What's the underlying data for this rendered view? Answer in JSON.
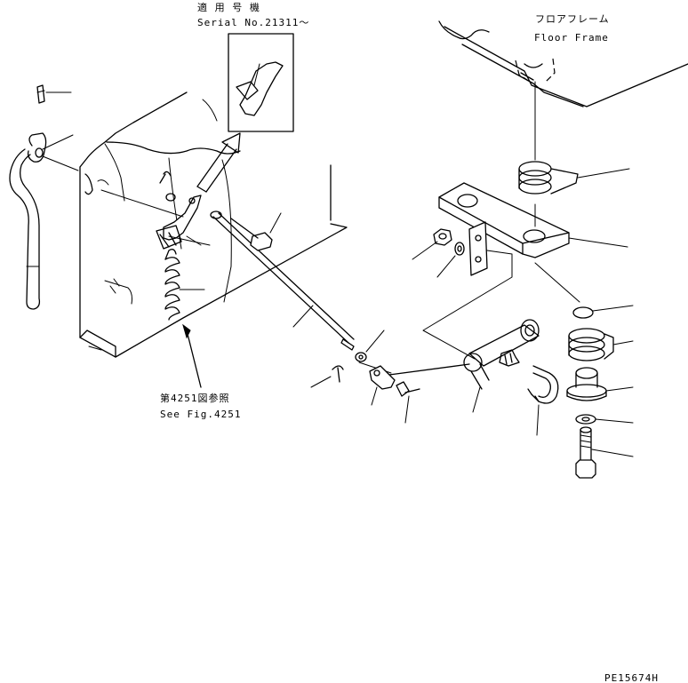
{
  "notes": {
    "serial_jp": "適 用 号 機",
    "serial_en": "Serial No.21311～",
    "floor_jp": "フロアフレーム",
    "floor_en": "Floor Frame",
    "see_fig_jp": "第4251図参照",
    "see_fig_en": "See Fig.4251"
  },
  "drawing_code": "PE15674H"
}
